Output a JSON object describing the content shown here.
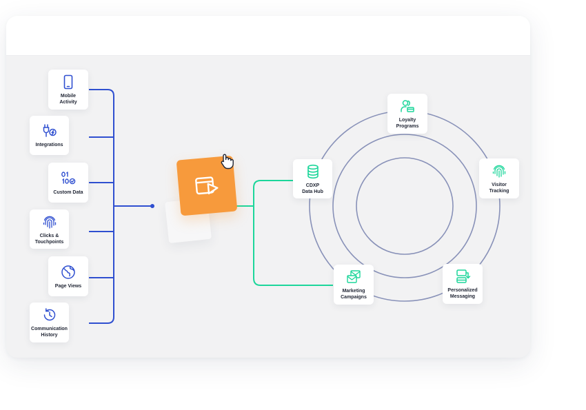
{
  "colors": {
    "input_line": "#2f4fd0",
    "output_line": "#1cd69a",
    "ring": "#8891b8",
    "hub_bg": "#f79a3c",
    "panel_bg": "#f2f2f3"
  },
  "inputs": [
    {
      "key": "mobile",
      "label": "Mobile\nActivity",
      "icon": "mobile-phone-icon"
    },
    {
      "key": "integrations",
      "label": "Integrations",
      "icon": "plug-icon"
    },
    {
      "key": "custom",
      "label": "Custom Data",
      "icon": "binary-data-icon"
    },
    {
      "key": "clicks",
      "label": "Clicks &\nTouchpoints",
      "icon": "fingerprint-icon"
    },
    {
      "key": "pageviews",
      "label": "Page Views",
      "icon": "globe-icon"
    },
    {
      "key": "history",
      "label": "Communication\nHistory",
      "icon": "history-icon"
    }
  ],
  "hub": {
    "icon": "video-window-icon",
    "cursor_icon": "hand-pointer-icon"
  },
  "outputs": [
    {
      "key": "cdxp",
      "label": "CDXP\nData Hub",
      "icon": "database-icon"
    },
    {
      "key": "loyalty",
      "label": "Loyalty\nPrograms",
      "icon": "users-icon"
    },
    {
      "key": "visitor",
      "label": "Visitor\nTracking",
      "icon": "fingerprint-icon"
    },
    {
      "key": "personalized",
      "label": "Personalized\nMessaging",
      "icon": "message-icon"
    },
    {
      "key": "marketing",
      "label": "Marketing\nCampaigns",
      "icon": "envelopes-icon"
    }
  ]
}
